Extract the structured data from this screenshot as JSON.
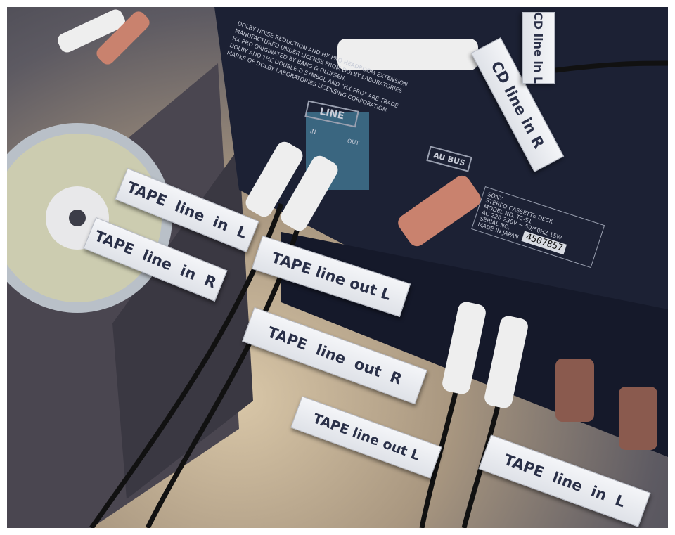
{
  "labels": {
    "cd_in_r": "CD line in R",
    "cd_in_l": "CD line in L",
    "tape_in_l_top": "TAPE  line  in  L",
    "tape_in_r": "TAPE  line  in  R",
    "tape_out_l_mid": "TAPE line out L",
    "tape_out_r": "TAPE  line  out  R",
    "tape_out_l_bottom": "TAPE line out L",
    "tape_in_l_bottom": "TAPE  line  in  L"
  },
  "device": {
    "jack_panel_label": "LINE",
    "jack_in": "IN",
    "jack_out": "OUT",
    "bus_label": "AU BUS",
    "brand": "SONY",
    "product": "STEREO CASSETTE DECK",
    "model": "MODEL NO. TC-S1",
    "power": "AC 220-230V ~ 50/60HZ 15W",
    "serial_label": "SERIAL NO.",
    "serial_number": "4507857",
    "origin": "MADE IN JAPAN",
    "notice": [
      "DOLBY NOISE REDUCTION AND HX PRO HEADROOM EXTENSION",
      "MANUFACTURED UNDER LICENSE FROM DOLBY LABORATORIES",
      "HX PRO ORIGINATED BY BANG & OLUFSEN.",
      "DOLBY AND THE DOUBLE-D SYMBOL AND \"HX PRO\" ARE TRADE",
      "MARKS OF DOLBY LABORATORIES LICENSING CORPORATION."
    ]
  },
  "colors": {
    "label_text": "#2a3048",
    "deck": "#1c2134",
    "plug_red": "#c9826e",
    "plug_white": "#eeeeee"
  }
}
